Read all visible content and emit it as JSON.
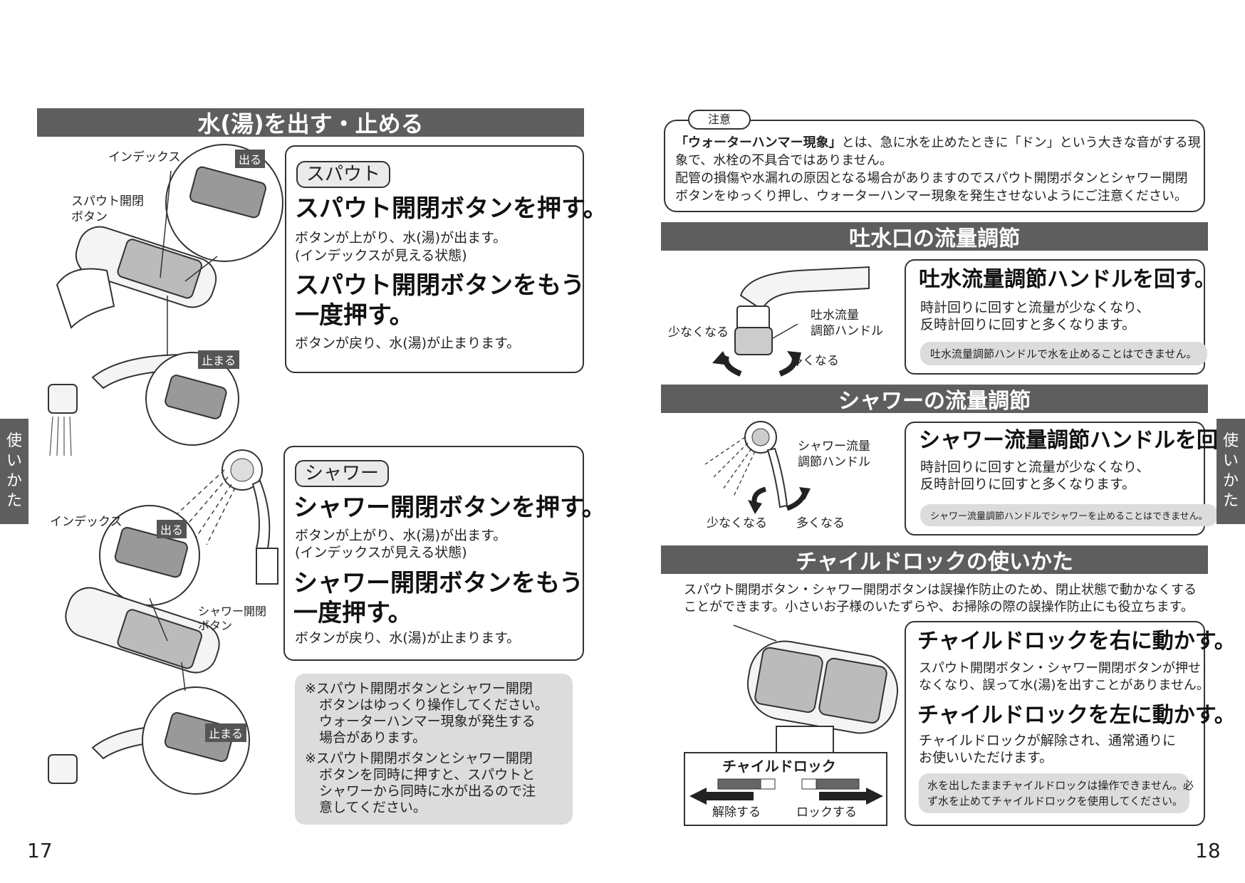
{
  "left": {
    "section_title": "水(湯)を出す・止める",
    "side_tab": [
      "使",
      "い",
      "か",
      "た"
    ],
    "page_number": "17",
    "spout_panel": {
      "pill": "スパウト",
      "heading1": "スパウト開閉ボタンを押す。",
      "text1a": "ボタンが上がり、水(湯)が出ます。",
      "text1b": "(インデックスが見える状態)",
      "heading2a": "スパウト開閉ボタンをもう",
      "heading2b": "一度押す。",
      "text2": "ボタンが戻り、水(湯)が止まります。"
    },
    "shower_panel": {
      "pill": "シャワー",
      "heading1": "シャワー開閉ボタンを押す。",
      "text1a": "ボタンが上がり、水(湯)が出ます。",
      "text1b": "(インデックスが見える状態)",
      "heading2a": "シャワー開閉ボタンをもう",
      "heading2b": "一度押す。",
      "text2": "ボタンが戻り、水(湯)が止まります。"
    },
    "caution_notes": [
      [
        "※スパウト開閉ボタンとシャワー開閉",
        "ボタンはゆっくり操作してください。",
        "ウォーターハンマー現象が発生する",
        "場合があります。"
      ],
      [
        "※スパウト開閉ボタンとシャワー開閉",
        "ボタンを同時に押すと、スパウトと",
        "シャワーから同時に水が出るので注",
        "意してください。"
      ]
    ],
    "labels": {
      "index_top": "インデックス",
      "out_top": "出る",
      "spout_btn_a": "スパウト開閉",
      "spout_btn_b": "ボタン",
      "stop_top": "止まる",
      "index_bottom": "インデックス",
      "out_bottom": "出る",
      "shower_btn_a": "シャワー開閉",
      "shower_btn_b": "ボタン",
      "stop_bottom": "止まる"
    }
  },
  "right": {
    "page_number": "18",
    "side_tab": [
      "使",
      "い",
      "か",
      "た"
    ],
    "attention": {
      "tag": "注意",
      "lines": [
        [
          "「ウォーターハンマー現象」",
          "とは、急に水を止めたときに「ドン」という大きな音がする現"
        ],
        [
          "",
          "象で、水栓の不具合ではありません。"
        ],
        [
          "",
          "配管の損傷や水漏れの原因となる場合がありますのでスパウト開閉ボタンとシャワー開閉"
        ],
        [
          "",
          "ボタンをゆっくり押し、ウォーターハンマー現象を発生させないようにご注意ください。"
        ]
      ]
    },
    "spout_flow": {
      "title": "吐水口の流量調節",
      "heading": "吐水流量調節ハンドルを回す。",
      "text_a": "時計回りに回すと流量が少なくなり、",
      "text_b": "反時計回りに回すと多くなります。",
      "note": "吐水流量調節ハンドルで水を止めることはできません。",
      "label_less": "少なくなる",
      "label_more": "多くなる",
      "label_handle_a": "吐水流量",
      "label_handle_b": "調節ハンドル"
    },
    "shower_flow": {
      "title": "シャワーの流量調節",
      "heading": "シャワー流量調節ハンドルを回す。",
      "text_a": "時計回りに回すと流量が少なくなり、",
      "text_b": "反時計回りに回すと多くなります。",
      "note": "シャワー流量調節ハンドルでシャワーを止めることはできません。",
      "label_less": "少なくなる",
      "label_more": "多くなる",
      "label_handle_a": "シャワー流量",
      "label_handle_b": "調節ハンドル"
    },
    "child_lock": {
      "title": "チャイルドロックの使いかた",
      "intro_a": "スパウト開閉ボタン・シャワー開閉ボタンは誤操作防止のため、閉止状態で動かなくする",
      "intro_b": "ことができます。小さいお子様のいたずらや、お掃除の際の誤操作防止にも役立ちます。",
      "heading1": "チャイルドロックを右に動かす。",
      "text1a": "スパウト開閉ボタン・シャワー開閉ボタンが押せ",
      "text1b": "なくなり、誤って水(湯)を出すことがありません。",
      "heading2": "チャイルドロックを左に動かす。",
      "text2a": "チャイルドロックが解除され、通常通りに",
      "text2b": "お使いいただけます。",
      "note_a": "水を出したままチャイルドロックは操作できません。必",
      "note_b": "ず水を止めてチャイルドロックを使用してください。",
      "lock_box_title": "チャイルドロック",
      "release": "解除する",
      "lock": "ロックする"
    }
  }
}
